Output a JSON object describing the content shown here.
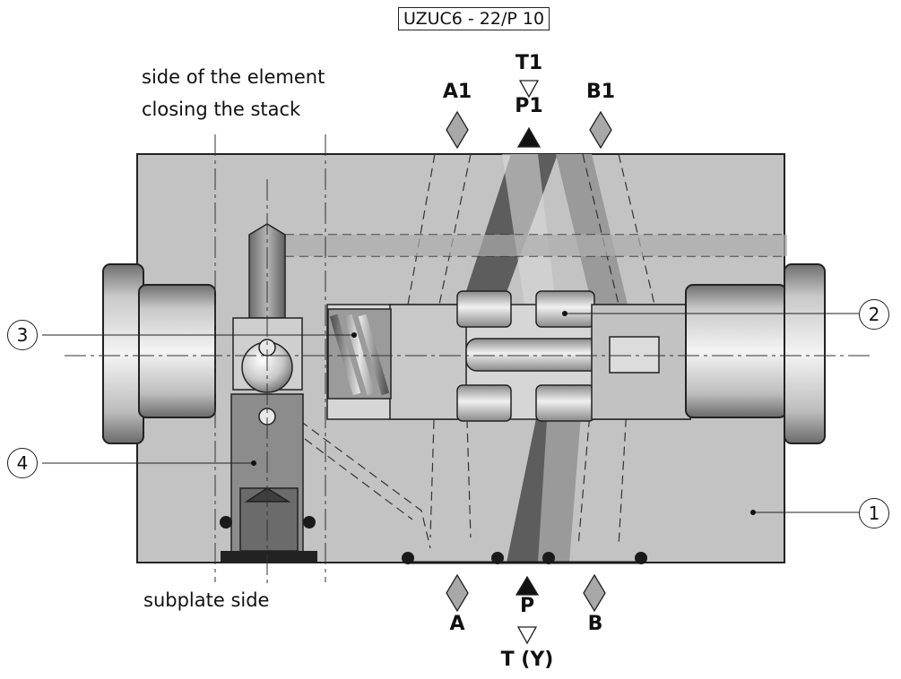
{
  "title": "UZUC6 - 22/P 10",
  "labels": {
    "side_top": "side of the element",
    "side_top_2": "closing the stack",
    "subplate_side": "subplate side"
  },
  "ports": {
    "t1": "T1",
    "p1": "P1",
    "a1": "A1",
    "b1": "B1",
    "a": "A",
    "p": "P",
    "b": "B",
    "ty": "T (Y)"
  },
  "callouts": {
    "c1": "1",
    "c2": "2",
    "c3": "3",
    "c4": "4"
  }
}
